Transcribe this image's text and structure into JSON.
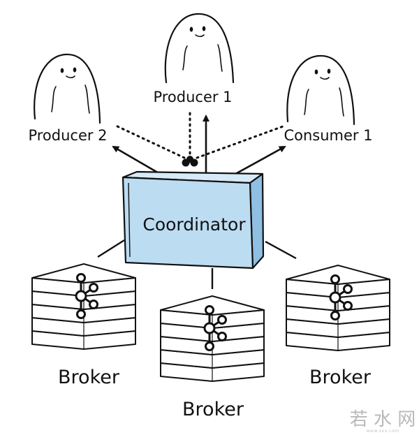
{
  "nodes": {
    "producer_1": "Producer 1",
    "producer_2": "Producer 2",
    "consumer_1": "Consumer 1",
    "coordinator": "Coordinator",
    "broker_left": "Broker",
    "broker_center": "Broker",
    "broker_right": "Broker"
  },
  "watermark": {
    "text": "若 水 网",
    "subtext": "www.xxx.com"
  },
  "colors": {
    "coordinator_fill": "#bcdcf2",
    "ink": "#111111",
    "watermark": "#b9b9b9"
  }
}
